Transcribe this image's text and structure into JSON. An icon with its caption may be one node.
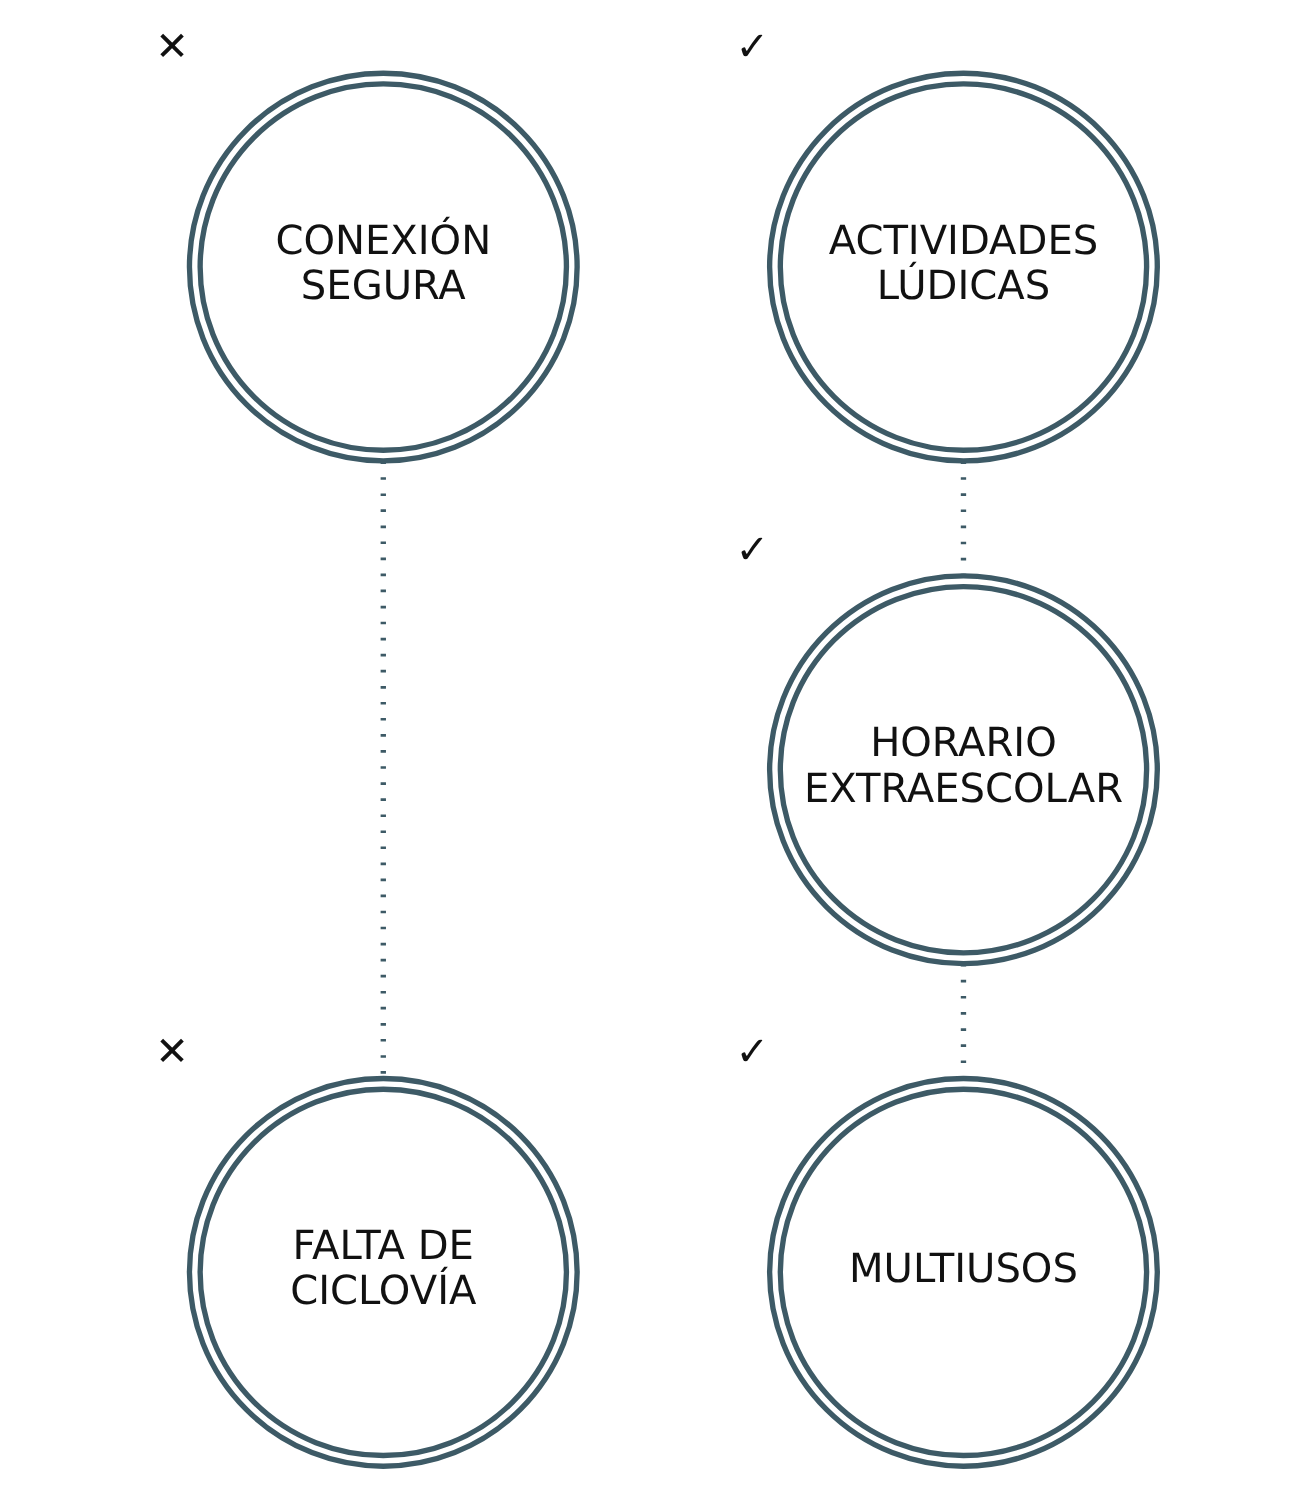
{
  "diagram": {
    "nodes": [
      {
        "text": [
          "CONEXIÓN SEGURA"
        ],
        "beside": [
          "✕"
        ]
      },
      {
        "text": [
          "ACTIVIDADES LÚDICAS"
        ],
        "beside": [
          "✓"
        ]
      },
      {
        "text": [
          "HORARIO EXTRAESCOLAR"
        ],
        "beside": [
          "✓"
        ]
      },
      {
        "text": [
          "FALTA DE CICLOVÍA"
        ],
        "beside": [
          "✕"
        ]
      },
      {
        "text": [
          "MULTIUSOS"
        ],
        "beside": [
          "✓"
        ]
      }
    ],
    "edges": [
      {
        "from": 0,
        "to": 3,
        "arrow": "none"
      },
      {
        "from": 1,
        "to": 2,
        "arrow": "none"
      },
      {
        "from": 2,
        "to": 4,
        "arrow": "none"
      }
    ]
  }
}
